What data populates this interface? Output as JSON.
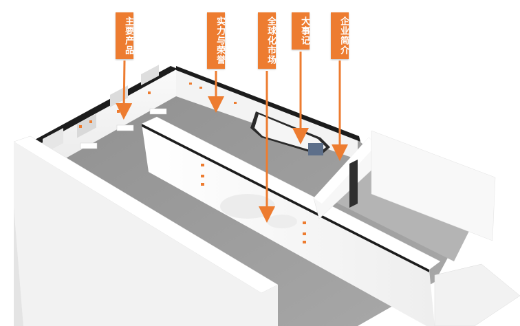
{
  "labels": {
    "main_products": "主要产品",
    "strength_honor": "实力与荣誉",
    "global_market": "全球化市场",
    "milestones": "大事记",
    "company_intro": "企业简介"
  },
  "colors": {
    "accent": "#ed7c30",
    "wall": "#f4f4f4",
    "floor": "#9a9a9a",
    "trim": "#1c1c1c"
  }
}
